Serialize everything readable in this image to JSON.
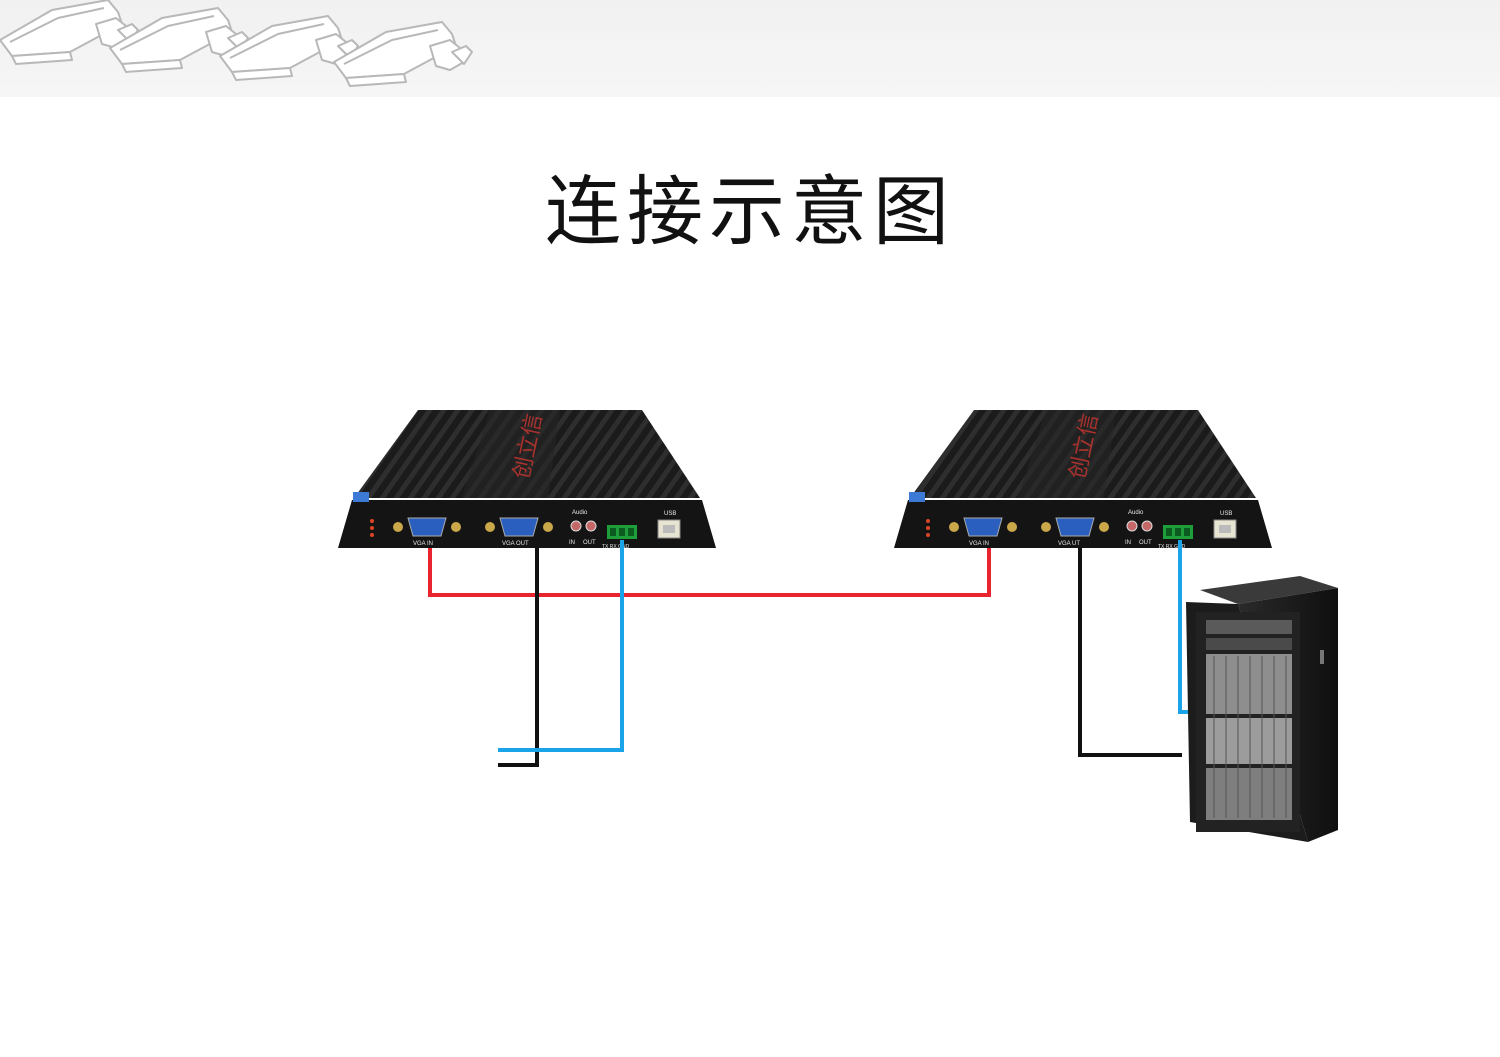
{
  "title": "连接示意图",
  "devices": [
    {
      "brand": "创立信",
      "ports": {
        "vga_in": "VGA IN",
        "vga_out": "VGA OUT",
        "audio": "Audio",
        "audio_in": "IN",
        "audio_out": "OUT",
        "usb": "USB",
        "terminal": "TX RX GND"
      }
    },
    {
      "brand": "创立信",
      "ports": {
        "vga_in": "VGA IN",
        "vga_out": "VGA  UT",
        "audio": "Audio",
        "audio_in": "IN",
        "audio_out": "OUT",
        "usb": "USB",
        "terminal": "TX RX GND"
      }
    }
  ],
  "cable_colors": {
    "red": "#e8252f",
    "black": "#111111",
    "blue": "#1aa3e8"
  },
  "icons": [
    "camera-icon",
    "server-rack-icon"
  ]
}
